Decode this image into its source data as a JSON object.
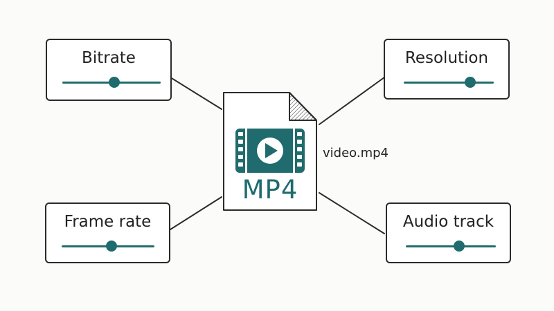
{
  "colors": {
    "accent": "#1f6b6e",
    "stroke": "#2a2a2a",
    "background": "#fbfbf9"
  },
  "file": {
    "format": "MP4",
    "name": "video.mp4",
    "icon": "video-play-icon"
  },
  "settings": {
    "bitrate": {
      "label": "Bitrate",
      "level": 0.53
    },
    "resolution": {
      "label": "Resolution",
      "level": 0.74
    },
    "frame_rate": {
      "label": "Frame rate",
      "level": 0.54
    },
    "audio_track": {
      "label": "Audio track",
      "level": 0.59
    }
  }
}
